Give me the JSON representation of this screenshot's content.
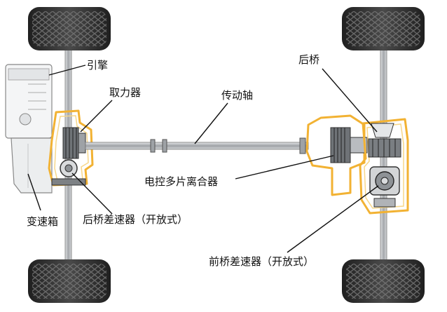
{
  "labels": {
    "engine": "引擎",
    "pto": "取力器",
    "driveshaft": "传动轴",
    "rear_axle": "后桥",
    "clutch": "电控多片离合器",
    "rear_diff": "后桥差速器（开放式）",
    "gearbox": "变速箱",
    "front_diff": "前桥差速器（开放式）"
  },
  "colors": {
    "highlight": "#f2b233",
    "tire": "#2e2e2e",
    "metal": "#b9bcc0",
    "line": "#111111"
  }
}
